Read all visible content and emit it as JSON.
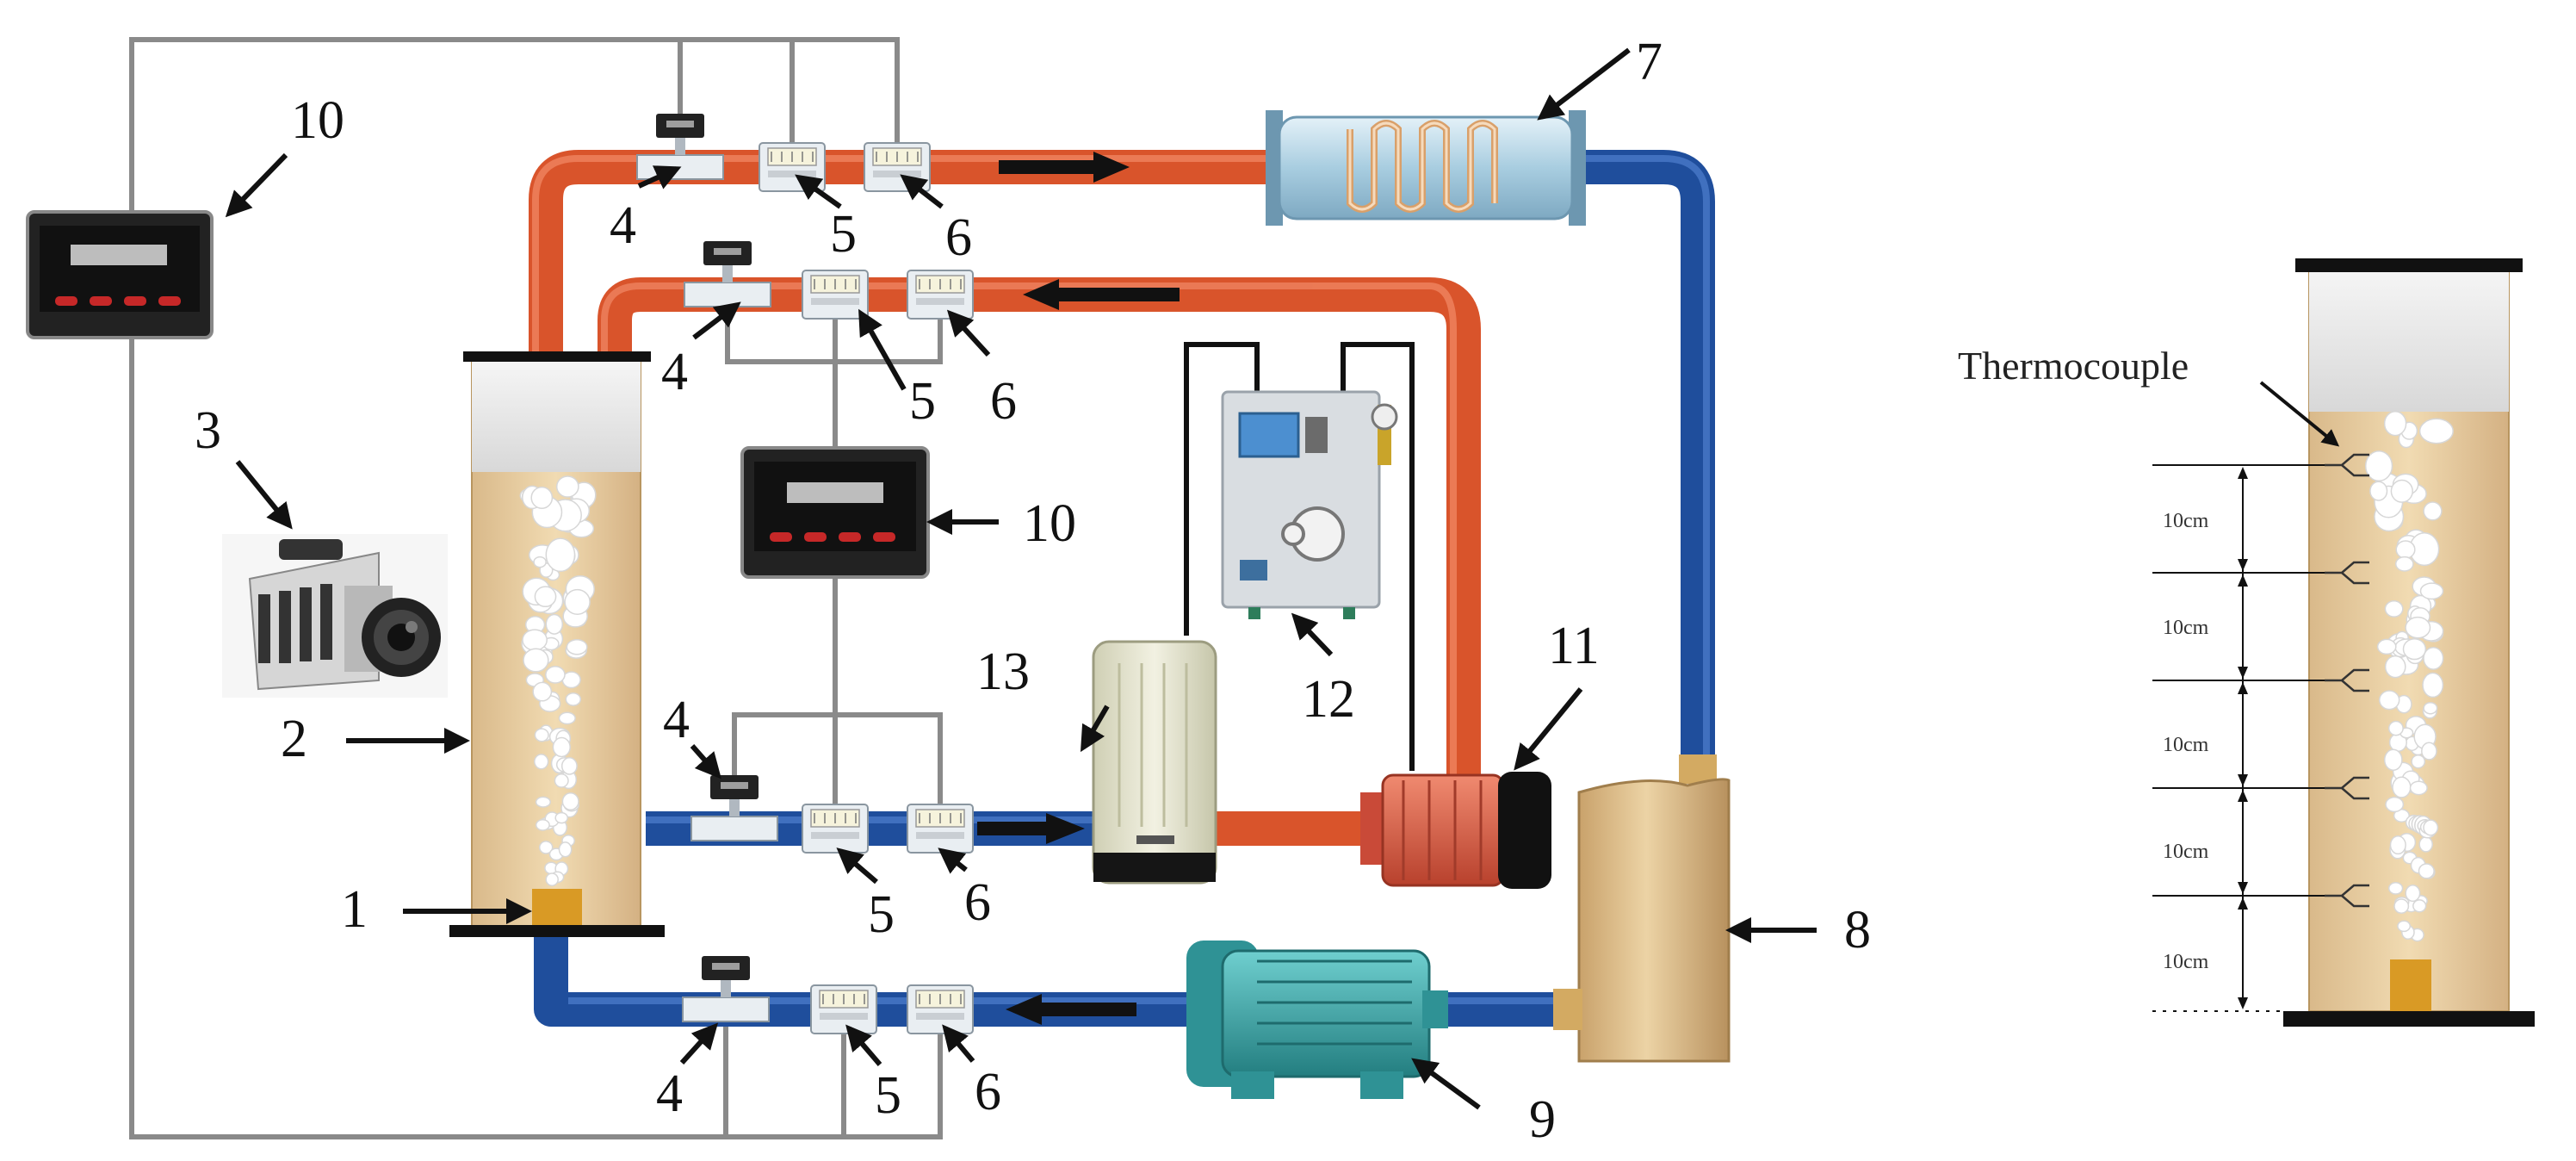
{
  "diagram": {
    "component_labels": {
      "bubble_generator": "1",
      "column": "2",
      "camera": "3",
      "flowmeter": "4",
      "pressure_gauge": "5",
      "thermometer": "6",
      "heat_exchanger": "7",
      "tank": "8",
      "pump": "9",
      "controller": "10",
      "heater": "11",
      "control_cabinet": "12",
      "water_heater": "13"
    },
    "detail": {
      "thermocouple_label": "Thermocouple",
      "spacing_labels": [
        "10cm",
        "10cm",
        "10cm",
        "10cm",
        "10cm"
      ]
    },
    "colors": {
      "hot_pipe": "#d9542b",
      "cold_pipe": "#1f4e9c",
      "liquid": "#e9cfa3",
      "wire": "#8a8a8a",
      "pump_body": "#3aa6a8",
      "heater_body": "#d9604a"
    }
  }
}
